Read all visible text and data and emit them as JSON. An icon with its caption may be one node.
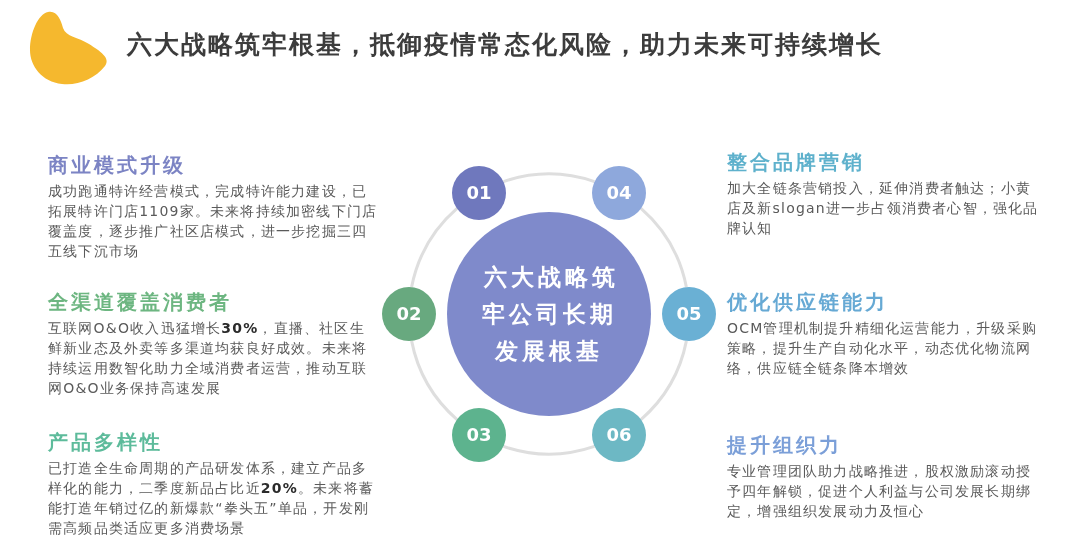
{
  "diagram": {
    "title": "六大战略筑牢根基，抵御疫情常态化风险，助力未来可持续增长",
    "nodes": [
      {
        "text": [
          "六大战略筑牢公司长期发展根基"
        ]
      },
      {
        "text": [
          "01"
        ],
        "beside": [
          "商业模式升级",
          "成功跑通特许经营模式，完成特许能力建设，已拓展特许门店1109家。未来将持续加密线下门店覆盖度，逐步推广社区店模式，进一步挖掘三四五线下沉市场"
        ]
      },
      {
        "text": [
          "02"
        ],
        "beside": [
          "全渠道覆盖消费者",
          "互联网O&O收入迅猛增长**30%**，直播、社区生鲜新业态及外卖等多渠道均获良好成效。未来将持续运用数智化助力全域消费者运营，推动互联网O&O业务保持高速发展"
        ]
      },
      {
        "text": [
          "03"
        ],
        "beside": [
          "产品多样性",
          "已打造全生命周期的产品研发体系，建立产品多样化的能力，二季度新品占比近**20%**。未来将蓄能打造年销过亿的新爆款“拳头五”单品，开发刚需高频品类适应更多消费场景"
        ]
      },
      {
        "text": [
          "04"
        ],
        "beside": [
          "整合品牌营销",
          "加大全链条营销投入，延伸消费者触达；小黄店及新slogan进一步占领消费者心智，强化品牌认知"
        ]
      },
      {
        "text": [
          "05"
        ],
        "beside": [
          "优化供应链能力",
          "OCM管理机制提升精细化运营能力，升级采购策略，提升生产自动化水平，动态优化物流网络，供应链全链条降本增效"
        ]
      },
      {
        "text": [
          "06"
        ],
        "beside": [
          "提升组织力",
          "专业管理团队助力战略推进，股权激励滚动授予四年解锁，促进个人利益与公司发展长期绑定，增强组织发展动力及恒心"
        ]
      }
    ],
    "edges": [
      {
        "from": 1,
        "to": 4,
        "arrow": "none"
      },
      {
        "from": 4,
        "to": 5,
        "arrow": "none"
      },
      {
        "from": 5,
        "to": 6,
        "arrow": "none"
      },
      {
        "from": 6,
        "to": 3,
        "arrow": "none"
      },
      {
        "from": 3,
        "to": 2,
        "arrow": "none"
      },
      {
        "from": 2,
        "to": 1,
        "arrow": "none"
      }
    ]
  }
}
